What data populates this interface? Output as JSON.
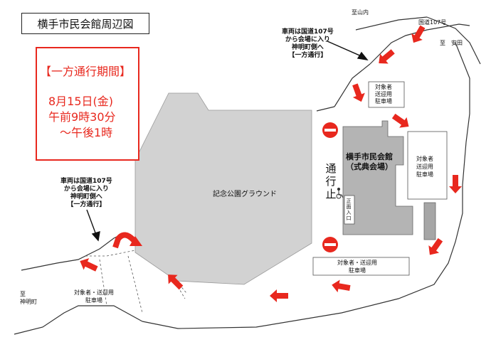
{
  "title": "横手市民会館周辺図",
  "period": {
    "heading": "【一方通行期間】",
    "date": "8月15日(金)",
    "time_start": "午前9時30分",
    "time_end": "～午後1時"
  },
  "notes": {
    "top_right": [
      "車両は国道107号",
      "から会場に入り",
      "神明町側へ",
      "【一方通行】"
    ],
    "left": [
      "車両は国道107号",
      "から会場に入り",
      "神明町側へ",
      "【一方通行】"
    ]
  },
  "places": {
    "hall": [
      "横手市民会館",
      "（式典会場）"
    ],
    "entrance": "正面入口",
    "ground": "記念公園グラウンド",
    "no_entry": "通行止",
    "lot_top": [
      "対象者",
      "送迎用",
      "駐車場"
    ],
    "lot_right": [
      "対象者",
      "送迎用",
      "駐車場"
    ],
    "lot_bottom": [
      "対象者・送迎用",
      "駐車場"
    ],
    "lot_left": [
      "対象者・送迎用",
      "駐車場"
    ],
    "route107": "国道107号",
    "to_yamauchi": "至山内",
    "to_yasuda": "至　安田",
    "to_shinmeicho": [
      "至",
      "神明町"
    ]
  },
  "colors": {
    "arrow": "#e8281e",
    "ground": "#d2d2d2",
    "hall": "#b4b4b4"
  }
}
